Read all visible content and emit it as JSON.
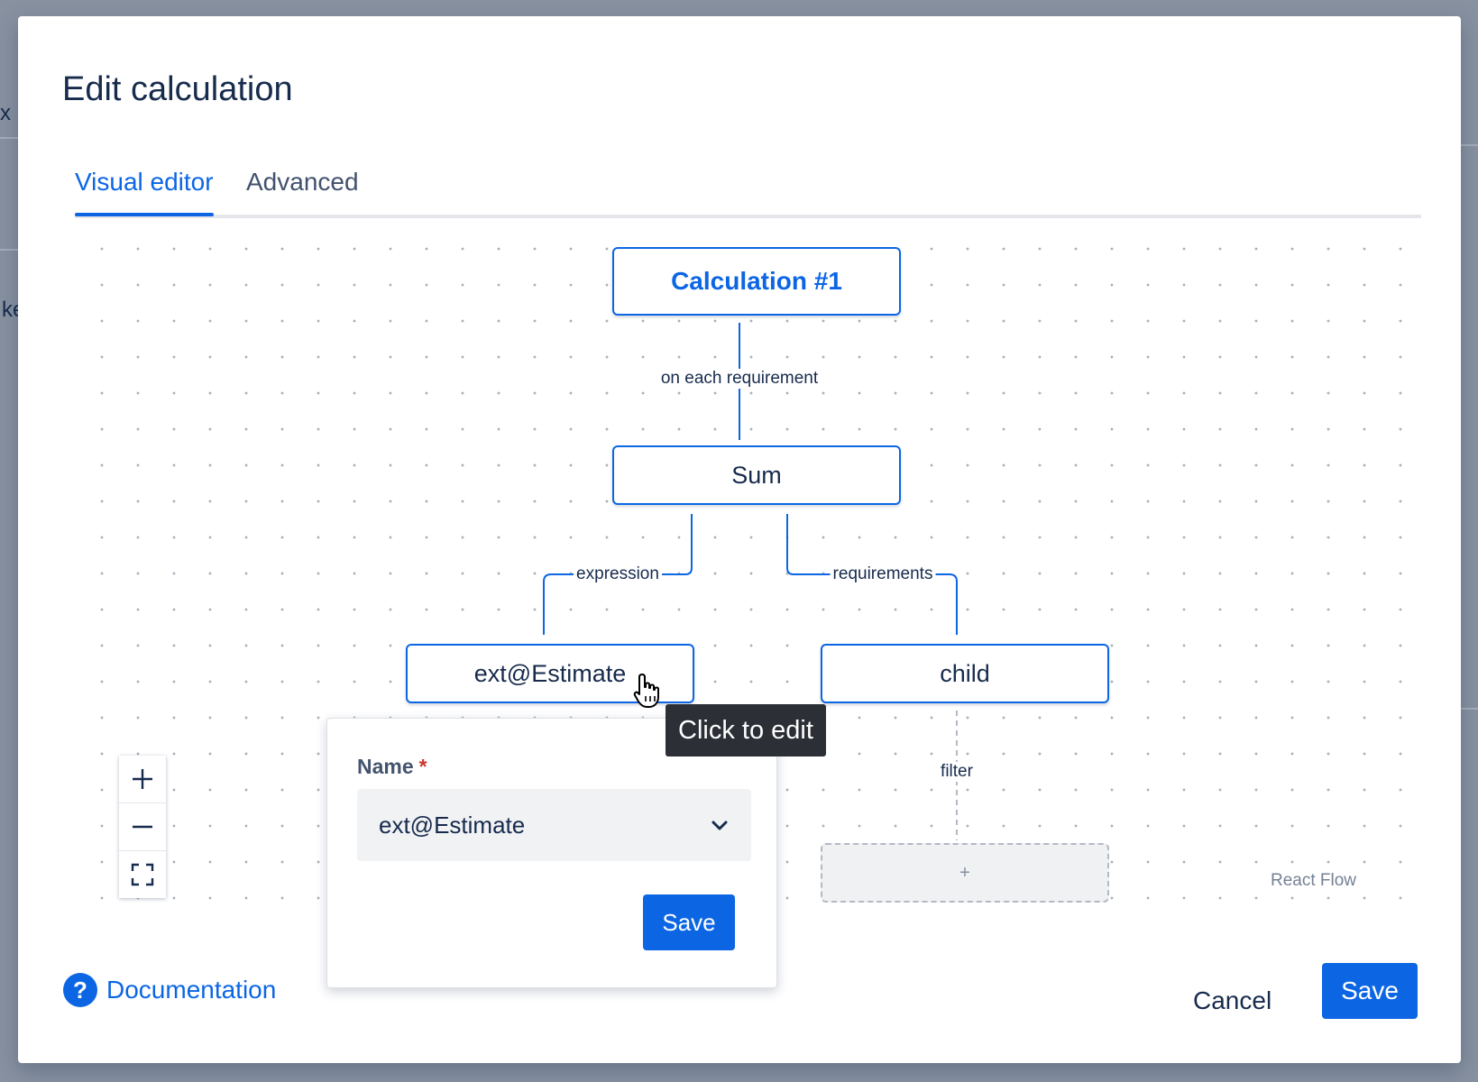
{
  "background": {
    "fragment_1": "x",
    "fragment_2": "ke"
  },
  "modal": {
    "title": "Edit calculation"
  },
  "tabs": [
    {
      "label": "Visual editor",
      "active": true
    },
    {
      "label": "Advanced",
      "active": false
    }
  ],
  "flow": {
    "nodes": {
      "root": "Calculation #1",
      "sum": "Sum",
      "expression": "ext@Estimate",
      "child": "child",
      "add": "+"
    },
    "edges": {
      "root_sum": "on each requirement",
      "sum_expression": "expression",
      "sum_child": "requirements",
      "child_filter": "filter"
    },
    "controls": {
      "zoom_in": "+",
      "zoom_out": "−"
    },
    "attribution": "React Flow"
  },
  "tooltip": {
    "text": "Click to edit"
  },
  "popover": {
    "field_label": "Name",
    "required_mark": "*",
    "selected_value": "ext@Estimate",
    "save_label": "Save"
  },
  "footer": {
    "documentation_label": "Documentation",
    "cancel_label": "Cancel",
    "save_label": "Save"
  },
  "colors": {
    "primary": "#0c66e4",
    "text": "#172b4d",
    "overlay": "#8791a0",
    "tooltip_bg": "#2c2f36",
    "required": "#c9372c"
  }
}
